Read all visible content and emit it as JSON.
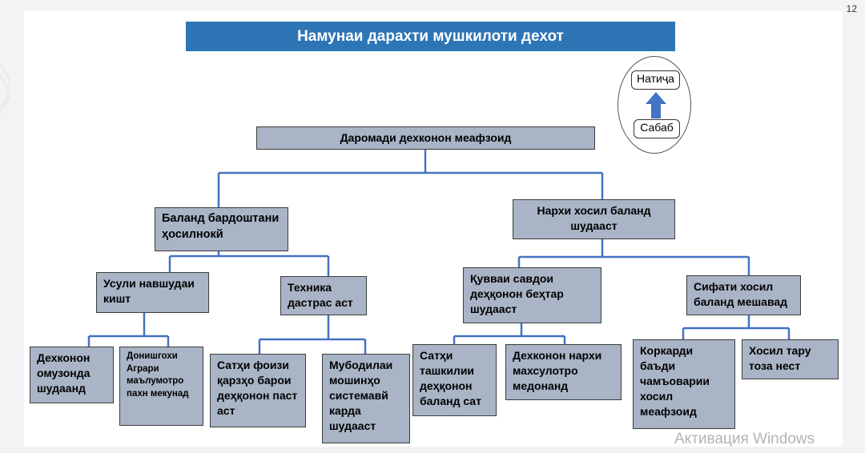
{
  "page_number": "12",
  "title": "Намунаи дарахти мушкилоти дехот",
  "legend": {
    "top": "Натиҷа",
    "bottom": "Сабаб"
  },
  "root": "Даромади дехконон меафзоид",
  "left": {
    "label": "Баланд бардоштани ҳосилнокй",
    "a": {
      "label": "Усули навшудаи кишт",
      "c1": "Дехконон омузонда шудаанд",
      "c2": "Донишгохи Аграри маълумотро пахн мекунад"
    },
    "b": {
      "label": "Техника дастрас аст",
      "c1": "Сатҳи фоизи қарзҳо барои деҳқонон паст аст",
      "c2": "Мубодилаи мошинҳо системавй карда шудааст"
    }
  },
  "right": {
    "label": "Нархи хосил баланд шудааст",
    "a": {
      "label": "Қувваи савдои деҳқонон беҳтар шудааст",
      "c1": "Сатҳи ташкилии деҳқонон баланд сат",
      "c2": "Дехконон нархи махсулотро медонанд"
    },
    "b": {
      "label": "Сифати хосил баланд мешавад",
      "c1": "Коркарди баъди чамъоварии хосил меафзоид",
      "c2": "Хосил тару тоза нест"
    }
  },
  "watermark": "Активация Windows"
}
